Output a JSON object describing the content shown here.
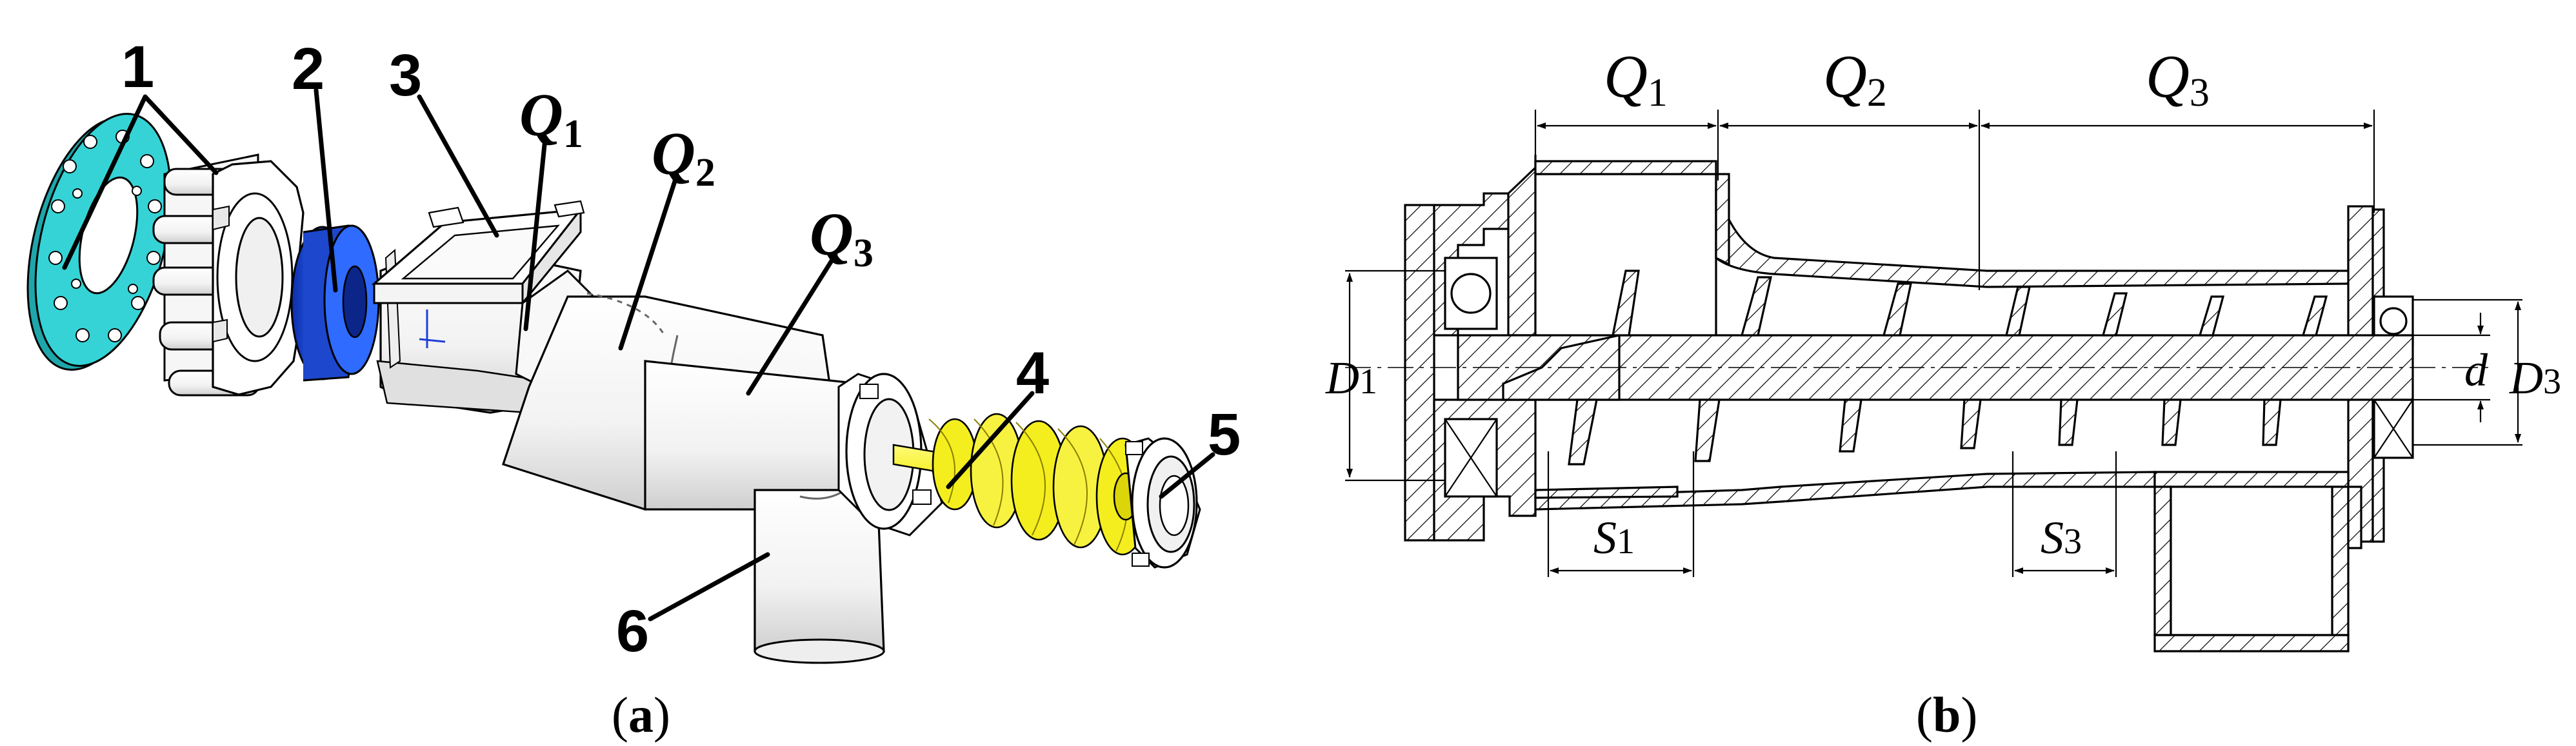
{
  "panel_a": {
    "label_open": "(",
    "label_letter": "a",
    "label_close": ")",
    "callouts": [
      "1",
      "2",
      "3",
      "4",
      "5",
      "6"
    ],
    "sections": [
      {
        "letter": "Q",
        "sub": "1"
      },
      {
        "letter": "Q",
        "sub": "2"
      },
      {
        "letter": "Q",
        "sub": "3"
      }
    ]
  },
  "panel_b": {
    "label_open": "(",
    "label_letter": "b",
    "label_close": ")",
    "sections": [
      {
        "letter": "Q",
        "sub": "1"
      },
      {
        "letter": "Q",
        "sub": "2"
      },
      {
        "letter": "Q",
        "sub": "3"
      }
    ],
    "dimensions": {
      "D1": {
        "letter": "D",
        "sub": "1"
      },
      "D3": {
        "letter": "D",
        "sub": "3"
      },
      "d": {
        "letter": "d",
        "sub": ""
      },
      "S1": {
        "letter": "S",
        "sub": "1"
      },
      "S3": {
        "letter": "S",
        "sub": "3"
      }
    }
  },
  "colors": {
    "flange": "#35d3d6",
    "seal": "#1a4fe0",
    "screw": "#f4ee1e",
    "housing": "#ffffff",
    "line": "#000000"
  }
}
